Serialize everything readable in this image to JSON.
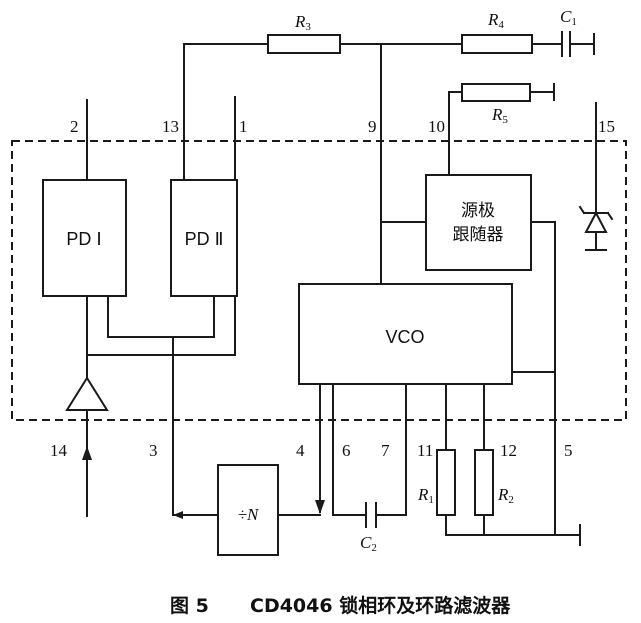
{
  "blocks": {
    "pd1": "PD Ⅰ",
    "pd2": "PD Ⅱ",
    "vco": "VCO",
    "follower_line1": "源极",
    "follower_line2": "跟随器",
    "divider": "÷N"
  },
  "pins": {
    "p2": "2",
    "p13": "13",
    "p1": "1",
    "p9": "9",
    "p10": "10",
    "p15": "15",
    "p14": "14",
    "p3": "3",
    "p4": "4",
    "p6": "6",
    "p7": "7",
    "p11": "11",
    "p12": "12",
    "p5": "5"
  },
  "components": {
    "R3": {
      "letter": "R",
      "sub": "3"
    },
    "R4": {
      "letter": "R",
      "sub": "4"
    },
    "R5": {
      "letter": "R",
      "sub": "5"
    },
    "C1": {
      "letter": "C",
      "sub": "1"
    },
    "R1": {
      "letter": "R",
      "sub": "1"
    },
    "R2": {
      "letter": "R",
      "sub": "2"
    },
    "C2": {
      "letter": "C",
      "sub": "2"
    }
  },
  "caption": {
    "figure": "图 5",
    "title": "CD4046 锁相环及环路滤波器"
  }
}
